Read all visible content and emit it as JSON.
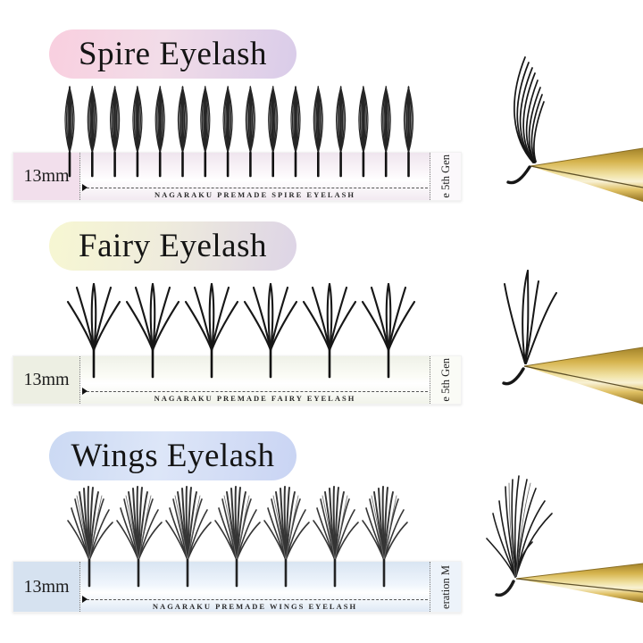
{
  "page": {
    "background": "#ffffff"
  },
  "sections": [
    {
      "title": "Spire Eyelash",
      "length_label": "13mm",
      "strip_text": "NAGARAKU PREMADE SPIRE EYELASH",
      "side_text": "e 5th Gen",
      "cluster_count": 16,
      "badge_gradient": [
        "#f9cfdf",
        "#f2dce8",
        "#d9cce9"
      ],
      "strip_tint": "#f2dfec"
    },
    {
      "title": "Fairy Eyelash",
      "length_label": "13mm",
      "strip_text": "NAGARAKU PREMADE FAIRY EYELASH",
      "side_text": "e 5th Gen",
      "cluster_count": 6,
      "badge_gradient": [
        "#f7f7d2",
        "#efecdc",
        "#ddd4e6"
      ],
      "strip_tint": "#edefe3"
    },
    {
      "title": "Wings Eyelash",
      "length_label": "13mm",
      "strip_text": "NAGARAKU PREMADE WINGS EYELASH",
      "side_text": "eration M",
      "cluster_count": 7,
      "badge_gradient": [
        "#cbd9f3",
        "#dde6f8",
        "#c9d4f3"
      ],
      "strip_tint": "#d6e2f0"
    }
  ],
  "tweezers": {
    "gold_color": "#d4af37",
    "lash_color": "#1a1a1a"
  }
}
